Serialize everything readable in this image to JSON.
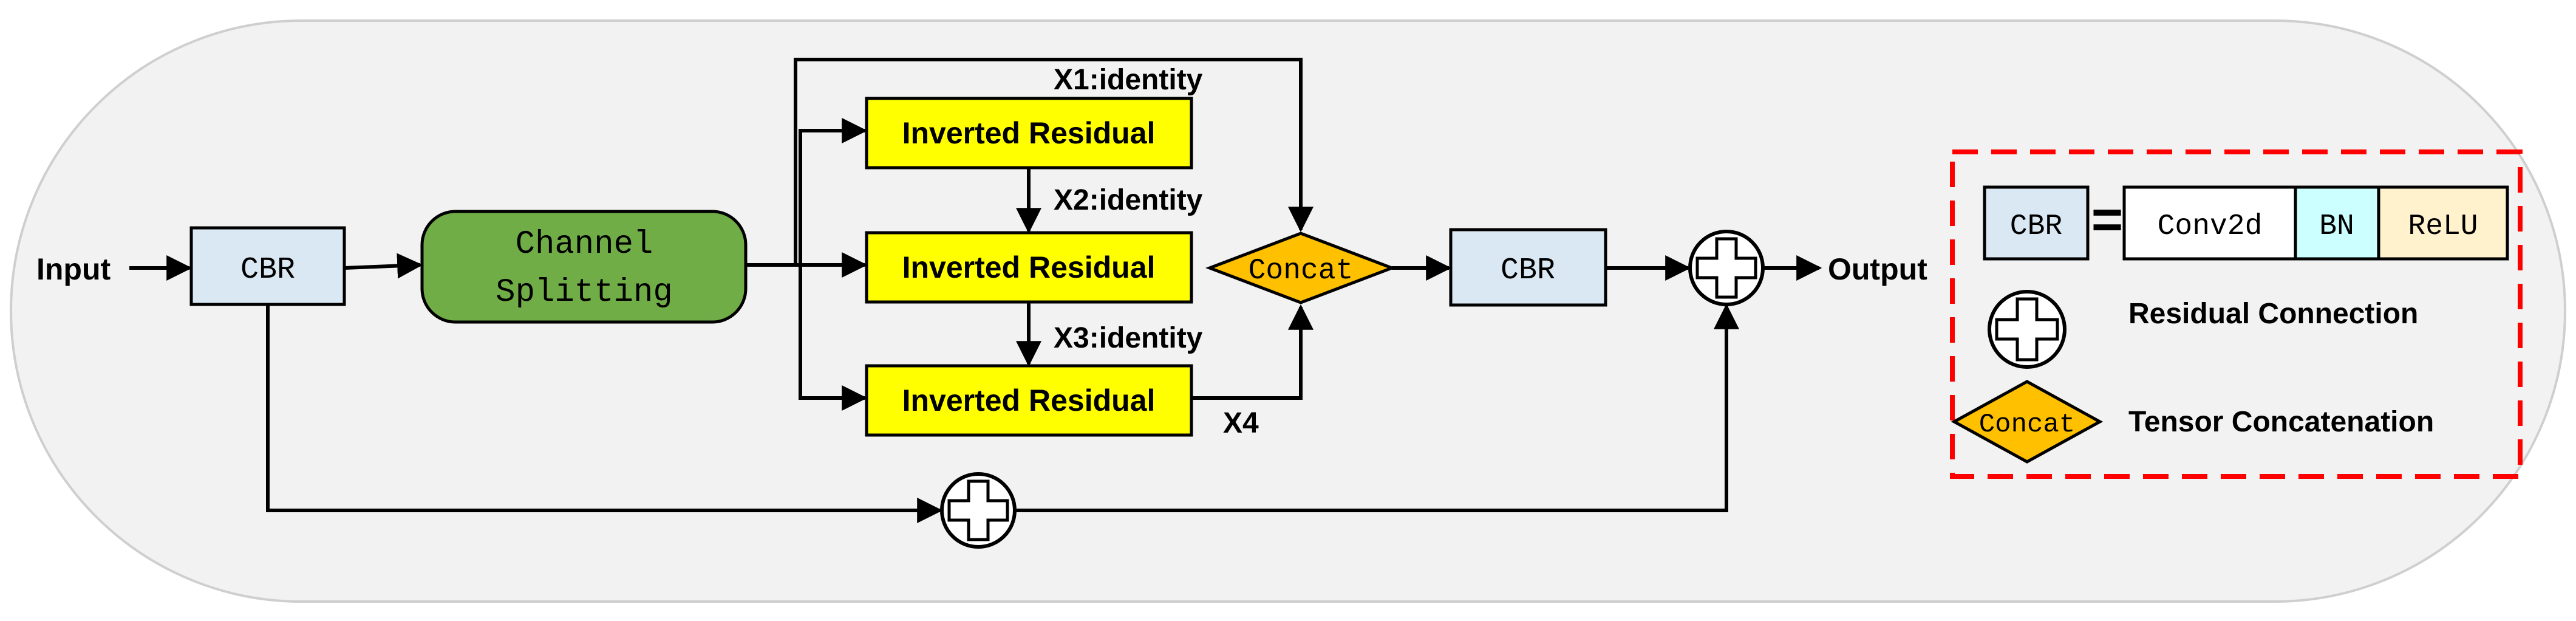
{
  "diagram": {
    "input_label": "Input",
    "output_label": "Output",
    "cbr_in_label": "CBR",
    "cbr_out_label": "CBR",
    "channel_split_line1": "Channel",
    "channel_split_line2": "Splitting",
    "ir1_label": "Inverted Residual",
    "ir2_label": "Inverted Residual",
    "ir3_label": "Inverted Residual",
    "concat_label": "Concat",
    "x1_label": "X1:identity",
    "x2_label": "X2:identity",
    "x3_label": "X3:identity",
    "x4_label": "X4"
  },
  "legend": {
    "cbr_label": "CBR",
    "equals": "=",
    "conv_label": "Conv2d",
    "bn_label": "BN",
    "relu_label": "ReLU",
    "residual_label": "Residual Connection",
    "concat_label": "Concat",
    "concat_desc": "Tensor Concatenation"
  },
  "colors": {
    "background_panel": "#f2f2f2",
    "cbr_fill": "#dae8f4",
    "channel_split_fill": "#70ad47",
    "inverted_residual_fill": "#ffff00",
    "concat_fill": "#ffc000",
    "bn_fill": "#ccffff",
    "relu_fill": "#fff2cc",
    "legend_border": "#ff0000"
  }
}
